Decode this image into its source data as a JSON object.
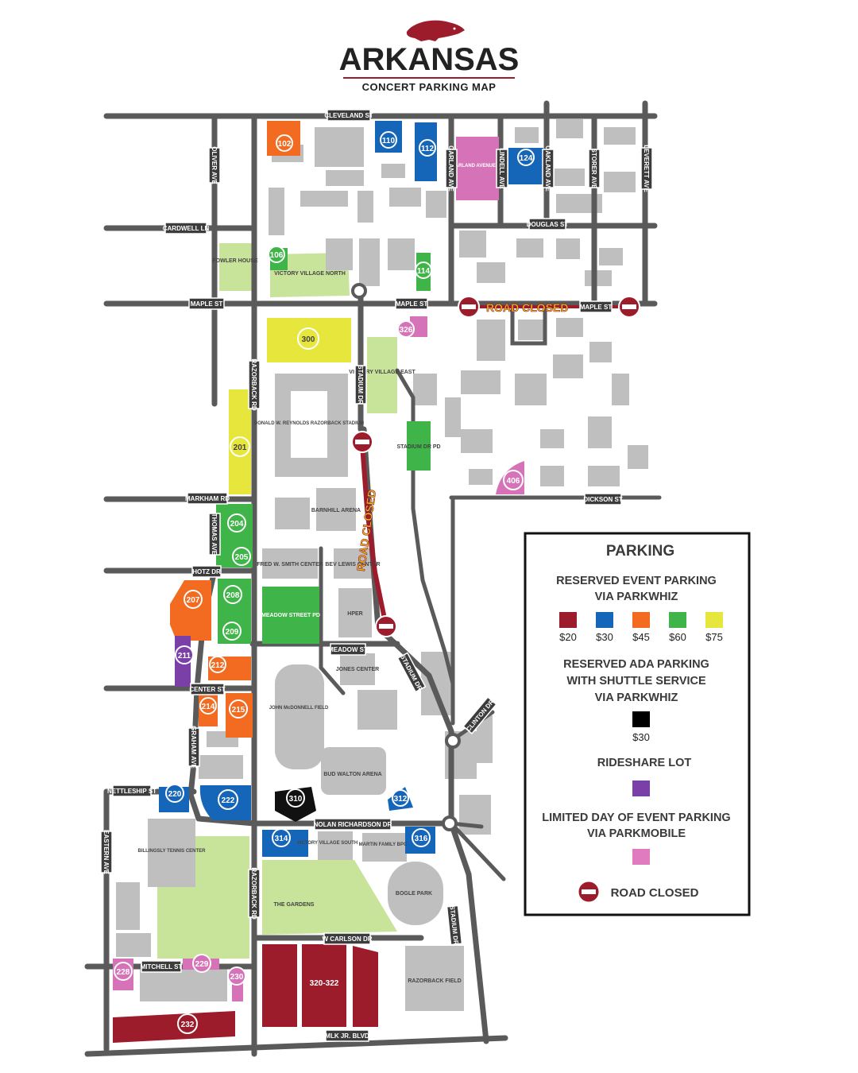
{
  "header": {
    "title": "ARKANSAS",
    "subtitle": "CONCERT PARKING MAP",
    "logo": "razorback-hog-logo"
  },
  "streets": {
    "cleveland": "CLEVELAND ST",
    "oliver": "OLIVER AVE",
    "cardwell": "CARDWELL LN",
    "maple_w": "MAPLE ST",
    "maple_c": "MAPLE ST",
    "maple_e": "MAPLE ST",
    "douglas": "DOUGLAS ST",
    "garland": "GARLAND AVE",
    "lindell": "LINDELL AVE",
    "oakland": "OAKLAND AVE",
    "storer": "STORER AVE",
    "leverett": "LEVERETT AVE",
    "razorback_n": "RAZORBACK RD",
    "stadium_dr_n": "STADIUM DR",
    "markham": "MARKHAM RD",
    "thomas": "THOMAS AVE",
    "hotz": "HOTZ DR",
    "dickson": "DICKSON ST",
    "meadow": "MEADOW ST",
    "center": "CENTER ST",
    "stadium_dr_c": "STADIUM DR",
    "clinton": "CLINTON DR",
    "graham": "GRAHAM AVE",
    "nettleship": "NETTLESHIP ST",
    "nolan": "NOLAN RICHARDSON DR",
    "eastern": "EASTERN AVE",
    "razorback_s": "RAZORBACK RD",
    "stadium_dr_s": "STADIUM DR",
    "carlson": "W CARLSON DR",
    "mitchell": "MITCHELL ST",
    "mlk": "MLK JR. BLVD"
  },
  "buildings": {
    "fowler": "FOWLER HOUSE",
    "vv_north": "VICTORY VILLAGE NORTH",
    "vv_east": "VICTORY VILLAGE EAST",
    "stadium": "DONALD W. REYNOLDS RAZORBACK STADIUM",
    "stadium_pd": "STADIUM DR PD",
    "barnhill": "BARNHILL ARENA",
    "fred_smith": "FRED W. SMITH CENTER",
    "bev_lewis": "BEV LEWIS CENTER",
    "meadow_pd": "MEADOW STREET PD",
    "hper": "HPER",
    "jones": "JONES CENTER",
    "mcdonnell": "JOHN McDONNELL FIELD",
    "bud_walton": "BUD WALTON ARENA",
    "billingsly": "BILLINGSLY TENNIS CENTER",
    "vv_south": "VICTORY VILLAGE SOUTH",
    "martin": "MARTIN FAMILY BPC",
    "gardens": "THE GARDENS",
    "bogle": "BOGLE PARK",
    "razorback_field": "RAZORBACK FIELD",
    "garland_pd": "GARLAND AVENUE PD"
  },
  "road_closed_label": "ROAD CLOSED",
  "lots": {
    "l102": "102",
    "l110": "110",
    "l112": "112",
    "l124": "124",
    "l106": "106",
    "l114": "114",
    "l326": "326",
    "l300": "300",
    "l201": "201",
    "l406": "406",
    "l204": "204",
    "l205": "205",
    "l207": "207",
    "l208": "208",
    "l209": "209",
    "l211": "211",
    "l212": "212",
    "l214": "214",
    "l215": "215",
    "l220": "220",
    "l222": "222",
    "l310": "310",
    "l312": "312",
    "l314": "314",
    "l316": "316",
    "l228": "228",
    "l229": "229",
    "l230": "230",
    "l232": "232",
    "l320": "320-322"
  },
  "legend": {
    "title": "PARKING",
    "reserved_line1": "RESERVED EVENT PARKING",
    "reserved_line2": "VIA PARKWHIZ",
    "prices": [
      {
        "label": "$20",
        "color": "#9c1c2c"
      },
      {
        "label": "$30",
        "color": "#1565b8"
      },
      {
        "label": "$45",
        "color": "#f26b21"
      },
      {
        "label": "$60",
        "color": "#3fb549"
      },
      {
        "label": "$75",
        "color": "#e6e63c"
      }
    ],
    "ada_line1": "RESERVED ADA PARKING",
    "ada_line2": "WITH SHUTTLE SERVICE",
    "ada_line3": "VIA PARKWHIZ",
    "ada_price": "$30",
    "ada_color": "#000000",
    "rideshare": "RIDESHARE LOT",
    "rideshare_color": "#7b3fa8",
    "limited_line1": "LIMITED DAY OF EVENT PARKING",
    "limited_line2": "VIA PARKMOBILE",
    "limited_color": "#e07bbf",
    "road_closed": "ROAD CLOSED"
  }
}
